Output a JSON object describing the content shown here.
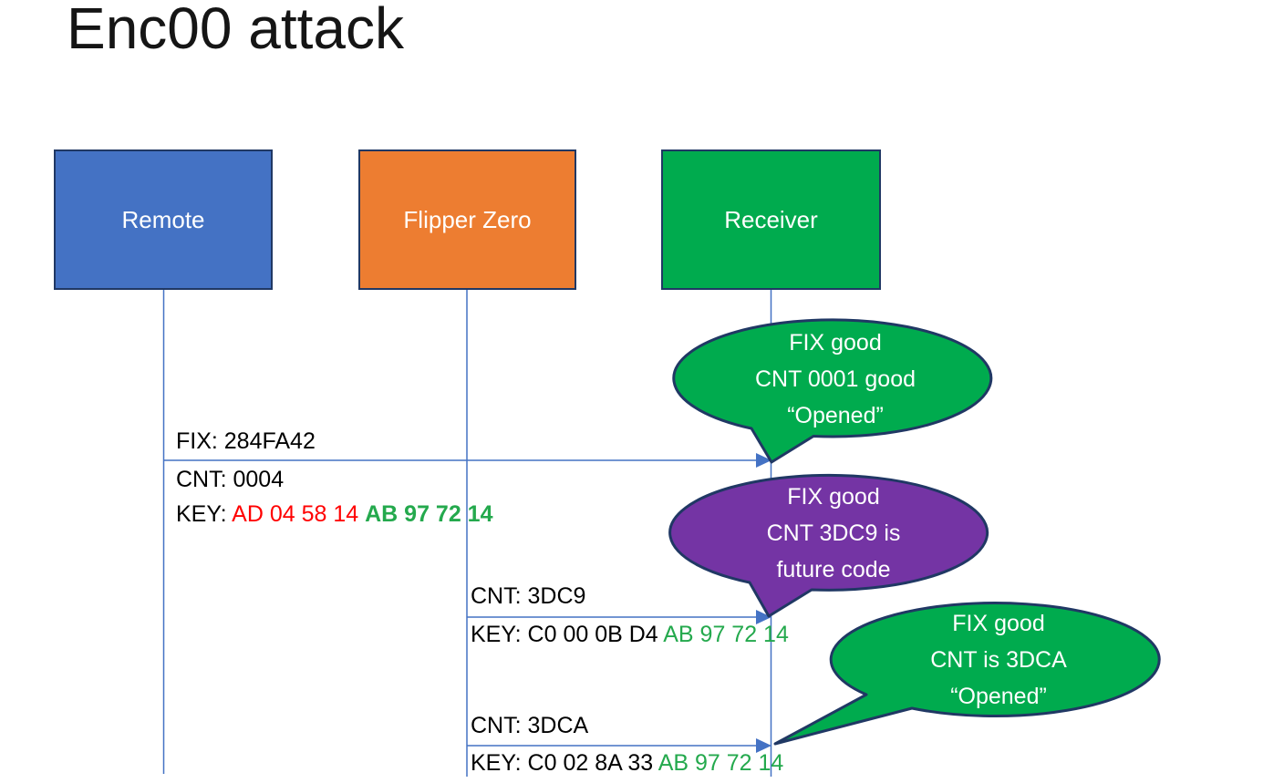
{
  "title": "Enc00 attack",
  "colors": {
    "remote_fill": "#4472C4",
    "flipper_fill": "#ED7D31",
    "receiver_fill": "#00AB4E",
    "callout_green": "#00AB4E",
    "callout_purple": "#7434A4",
    "outline_navy": "#203864",
    "line_blue": "#4472C4",
    "key_red": "#FF0000",
    "key_green": "#24A94D"
  },
  "actors": [
    {
      "label": "Remote"
    },
    {
      "label": "Flipper Zero"
    },
    {
      "label": "Receiver"
    }
  ],
  "messages": [
    {
      "from": "Remote",
      "to": "Receiver",
      "fix": "FIX: 284FA42",
      "cnt": "CNT: 0004",
      "key_label": "KEY: ",
      "key_red": "AD 04 58 14 ",
      "key_green": "AB 97 72 14"
    },
    {
      "from": "Flipper Zero",
      "to": "Receiver",
      "cnt": "CNT: 3DC9",
      "key_label": "KEY: C0 00 0B D4 ",
      "key_green": "AB 97 72 14"
    },
    {
      "from": "Flipper Zero",
      "to": "Receiver",
      "cnt": "CNT: 3DCA",
      "key_label": "KEY: C0 02 8A 33 ",
      "key_green": "AB 97 72 14"
    }
  ],
  "callouts": [
    {
      "color": "green",
      "lines": [
        "FIX good",
        "CNT 0001 good",
        "“Opened”"
      ]
    },
    {
      "color": "purple",
      "lines": [
        "FIX good",
        "CNT 3DC9 is",
        "future code"
      ]
    },
    {
      "color": "green",
      "lines": [
        "FIX good",
        "CNT is 3DCA",
        "“Opened”"
      ]
    }
  ]
}
